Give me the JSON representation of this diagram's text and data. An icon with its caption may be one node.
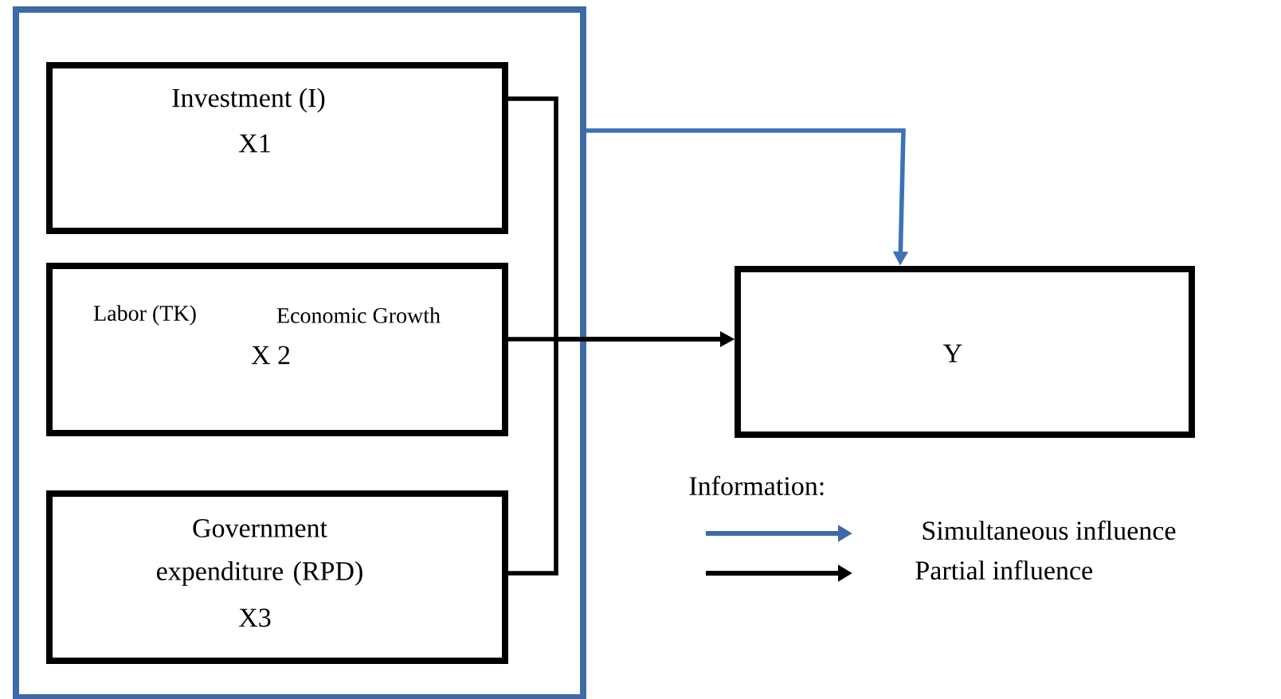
{
  "diagram": {
    "nodes": [
      {
        "text": [],
        "shape": "box"
      },
      {
        "text": [
          "Investment (I)",
          "X1"
        ],
        "in": 0
      },
      {
        "text": [
          "Labor (TK)",
          "Economic Growth",
          "X 2"
        ],
        "in": 0
      },
      {
        "text": [
          "Government expenditure (RPD)",
          "X3"
        ],
        "in": 0
      },
      {
        "text": [
          "Y"
        ]
      }
    ],
    "edges": [
      {
        "from": 0,
        "to": 4,
        "arrow": "to",
        "color": "#3d72b8"
      },
      {
        "from": 1,
        "to": 4,
        "arrow": "to"
      },
      {
        "from": 2,
        "to": 4,
        "arrow": "to"
      },
      {
        "from": 3,
        "to": 4,
        "arrow": "to"
      }
    ],
    "labels": [
      "Information:"
    ],
    "legend": [
      {
        "text": "Simultaneous influence"
      },
      {
        "text": "Partial influence"
      }
    ]
  }
}
